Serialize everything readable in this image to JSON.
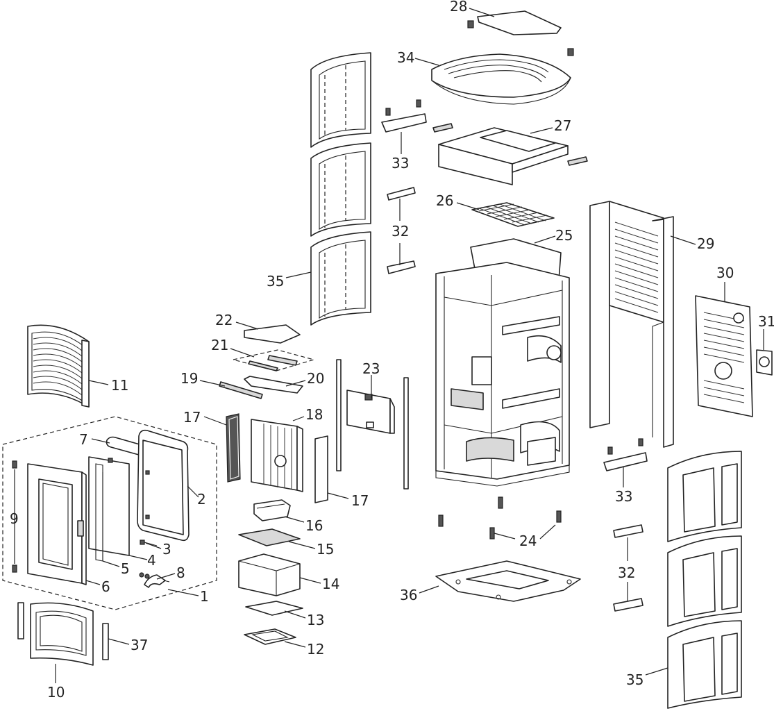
{
  "diagram": {
    "callouts": [
      {
        "id": "c1",
        "label": "1"
      },
      {
        "id": "c2",
        "label": "2"
      },
      {
        "id": "c3",
        "label": "3"
      },
      {
        "id": "c4",
        "label": "4"
      },
      {
        "id": "c5",
        "label": "5"
      },
      {
        "id": "c6",
        "label": "6"
      },
      {
        "id": "c7",
        "label": "7"
      },
      {
        "id": "c8",
        "label": "8"
      },
      {
        "id": "c9",
        "label": "9"
      },
      {
        "id": "c10",
        "label": "10"
      },
      {
        "id": "c11",
        "label": "11"
      },
      {
        "id": "c12",
        "label": "12"
      },
      {
        "id": "c13",
        "label": "13"
      },
      {
        "id": "c14",
        "label": "14"
      },
      {
        "id": "c15",
        "label": "15"
      },
      {
        "id": "c16",
        "label": "16"
      },
      {
        "id": "c17a",
        "label": "17"
      },
      {
        "id": "c17b",
        "label": "17"
      },
      {
        "id": "c18",
        "label": "18"
      },
      {
        "id": "c19",
        "label": "19"
      },
      {
        "id": "c20",
        "label": "20"
      },
      {
        "id": "c21",
        "label": "21"
      },
      {
        "id": "c22",
        "label": "22"
      },
      {
        "id": "c23",
        "label": "23"
      },
      {
        "id": "c24",
        "label": "24"
      },
      {
        "id": "c25",
        "label": "25"
      },
      {
        "id": "c26",
        "label": "26"
      },
      {
        "id": "c27",
        "label": "27"
      },
      {
        "id": "c28",
        "label": "28"
      },
      {
        "id": "c29",
        "label": "29"
      },
      {
        "id": "c30",
        "label": "30"
      },
      {
        "id": "c31",
        "label": "31"
      },
      {
        "id": "c32a",
        "label": "32"
      },
      {
        "id": "c32b",
        "label": "32"
      },
      {
        "id": "c33a",
        "label": "33"
      },
      {
        "id": "c33b",
        "label": "33"
      },
      {
        "id": "c34",
        "label": "34"
      },
      {
        "id": "c35a",
        "label": "35"
      },
      {
        "id": "c35b",
        "label": "35"
      },
      {
        "id": "c36",
        "label": "36"
      },
      {
        "id": "c37",
        "label": "37"
      }
    ]
  }
}
